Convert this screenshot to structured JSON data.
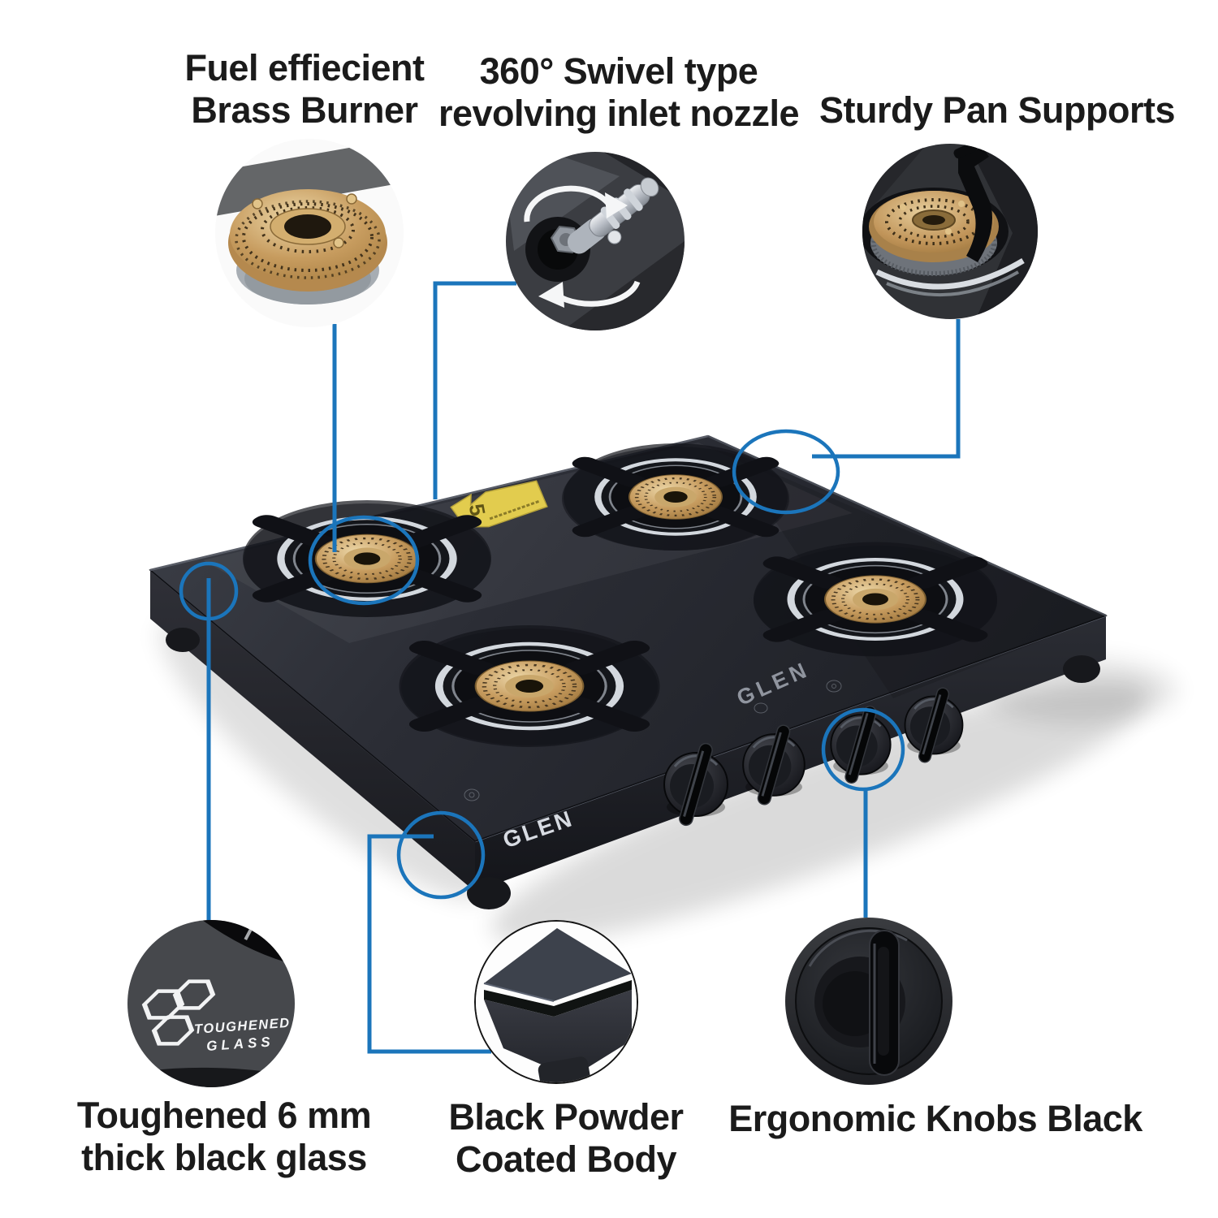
{
  "image_title": "Glen 4 burner glass gas stove feature infographic",
  "colors": {
    "callout_blue": "#1b75bb",
    "label_text": "#1b1b1b",
    "glass_dark": "#2b2d35",
    "brass": "#c79c5f",
    "chrome": "#d3d8de",
    "sticker_yellow": "#e2cc4e",
    "background": "#ffffff"
  },
  "callouts": {
    "brass_burner": {
      "line1": "Fuel effiecient",
      "line2": "Brass Burner"
    },
    "inlet_nozzle": {
      "line1": "360° Swivel type",
      "line2": "revolving inlet nozzle"
    },
    "pan_supports": {
      "line1": "Sturdy Pan Supports"
    },
    "toughened_glass": {
      "line1": "Toughened 6 mm",
      "line2": "thick black glass"
    },
    "powder_body": {
      "line1": "Black Powder",
      "line2": "Coated Body"
    },
    "knobs": {
      "line1": "Ergonomic Knobs Black"
    }
  },
  "product": {
    "panel_brand_text": "GLEN",
    "glass_brand_text": "GLEN",
    "warranty_badge": "5",
    "glass_logo": {
      "line1": "TOUGHENED",
      "line2": "GLASS"
    }
  }
}
